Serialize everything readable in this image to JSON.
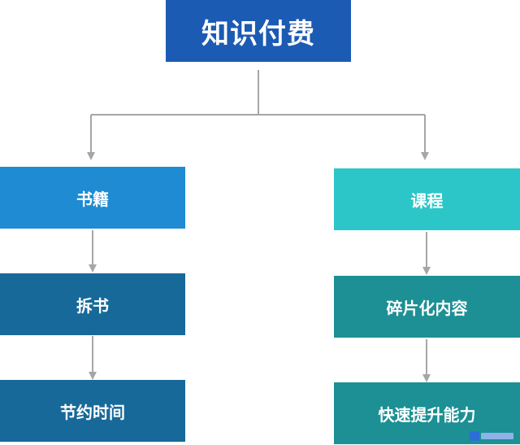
{
  "diagram": {
    "root": {
      "label": "知识付费"
    },
    "left_branch": {
      "top": {
        "label": "书籍"
      },
      "middle": {
        "label": "拆书"
      },
      "bottom": {
        "label": "节约时间"
      }
    },
    "right_branch": {
      "top": {
        "label": "课程"
      },
      "middle": {
        "label": "碎片化内容"
      },
      "bottom": {
        "label": "快速提升能力"
      }
    }
  },
  "colors": {
    "root": "#1c5bb3",
    "books": "#1e8bd2",
    "left_children": "#17699a",
    "courses": "#2cc6c8",
    "right_children": "#1c9094",
    "connector": "#a6a6a6"
  }
}
